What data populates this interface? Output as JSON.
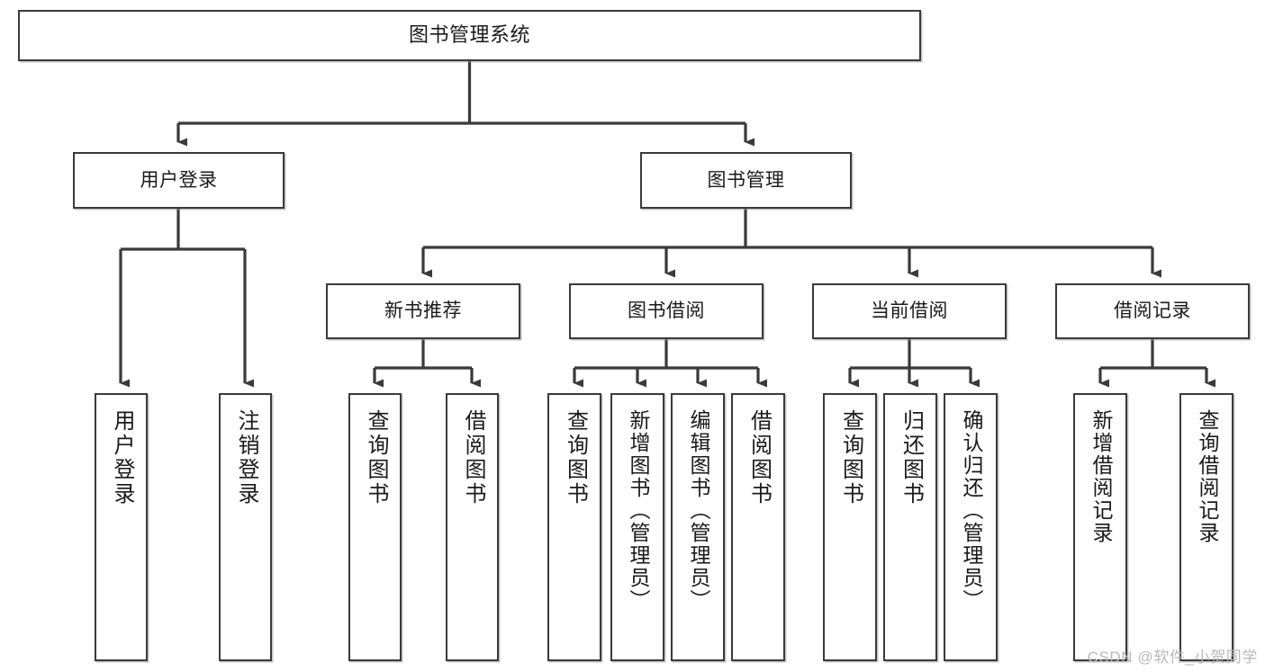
{
  "diagram": {
    "title": "图书管理系统",
    "type": "tree",
    "watermark": "CSDN @软件_小贺同学",
    "colors": {
      "node_border": "#3a3a3a",
      "node_fill": "#ffffff",
      "edge": "#3a3a3a",
      "text": "#1a1a1a",
      "watermark": "#b9b9b9"
    },
    "nodes": {
      "root": {
        "label": "图书管理系统"
      },
      "level2": [
        {
          "id": "user-login",
          "label": "用户登录"
        },
        {
          "id": "book-management",
          "label": "图书管理"
        }
      ],
      "level3": [
        {
          "id": "new-book-recommend",
          "label": "新书推荐"
        },
        {
          "id": "book-borrow",
          "label": "图书借阅"
        },
        {
          "id": "current-borrow",
          "label": "当前借阅"
        },
        {
          "id": "borrow-record",
          "label": "借阅记录"
        }
      ],
      "leaves": {
        "user_login": [
          {
            "id": "leaf-user-login",
            "label": "用户登录"
          },
          {
            "id": "leaf-logout-login",
            "label": "注销登录"
          }
        ],
        "new_book_recommend": [
          {
            "id": "leaf-query-book-1",
            "label": "查询图书"
          },
          {
            "id": "leaf-borrow-book-1",
            "label": "借阅图书"
          }
        ],
        "book_borrow": [
          {
            "id": "leaf-query-book-2",
            "label": "查询图书"
          },
          {
            "id": "leaf-add-book-admin",
            "label": "新增图书（管理员）"
          },
          {
            "id": "leaf-edit-book-admin",
            "label": "编辑图书（管理员）"
          },
          {
            "id": "leaf-borrow-book-2",
            "label": "借阅图书"
          }
        ],
        "current_borrow": [
          {
            "id": "leaf-query-book-3",
            "label": "查询图书"
          },
          {
            "id": "leaf-return-book",
            "label": "归还图书"
          },
          {
            "id": "leaf-confirm-return-admin",
            "label": "确认归还（管理员）"
          }
        ],
        "borrow_record": [
          {
            "id": "leaf-add-borrow-record",
            "label": "新增借阅记录"
          },
          {
            "id": "leaf-query-borrow-record",
            "label": "查询借阅记录"
          }
        ]
      }
    }
  }
}
